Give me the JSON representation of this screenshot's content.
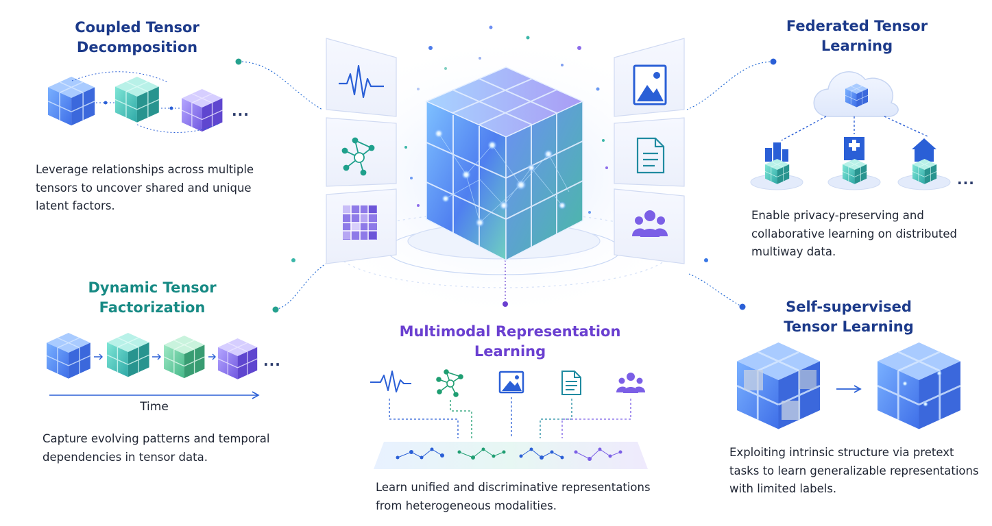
{
  "sections": {
    "coupled": {
      "title_lines": [
        "Coupled Tensor",
        "Decomposition"
      ],
      "desc_lines": [
        "Leverage relationships across multiple",
        "tensors to uncover shared and unique",
        "latent factors."
      ],
      "ellipsis": "..."
    },
    "dynamic": {
      "title_lines": [
        "Dynamic Tensor",
        "Factorization"
      ],
      "axis_label": "Time",
      "desc_lines": [
        "Capture evolving patterns and temporal",
        "dependencies in tensor data."
      ],
      "ellipsis": "..."
    },
    "multimodal": {
      "title_lines": [
        "Multimodal Representation",
        "Learning"
      ],
      "desc_lines": [
        "Learn unified and discriminative representations",
        "from heterogeneous modalities."
      ]
    },
    "federated": {
      "title_lines": [
        "Federated Tensor",
        "Learning"
      ],
      "desc_lines": [
        "Enable privacy-preserving and",
        "collaborative learning on distributed",
        "multiway data."
      ],
      "ellipsis": "..."
    },
    "selfsup": {
      "title_lines": [
        "Self-supervised",
        "Tensor Learning"
      ],
      "desc_lines": [
        "Exploiting intrinsic structure via pretext",
        "tasks to learn generalizable representations",
        "with limited labels."
      ]
    }
  },
  "icons": {
    "left_panels": [
      "waveform-icon",
      "graph-network-icon",
      "grid-matrix-icon"
    ],
    "right_panels": [
      "image-icon",
      "document-icon",
      "people-icon"
    ],
    "modalities": [
      "waveform-icon",
      "graph-network-icon",
      "image-icon",
      "document-icon",
      "people-icon"
    ],
    "clients": [
      "city-building-icon",
      "hospital-icon",
      "house-icon"
    ]
  },
  "colors": {
    "navy_title": "#1c3a8a",
    "teal_title": "#178a84",
    "purple_title": "#6a3fd0",
    "cube_blue": "#4f8ef5",
    "cube_teal": "#3cc4b4",
    "cube_purple": "#8b78ea",
    "accent_line": "#2a6fd6"
  }
}
